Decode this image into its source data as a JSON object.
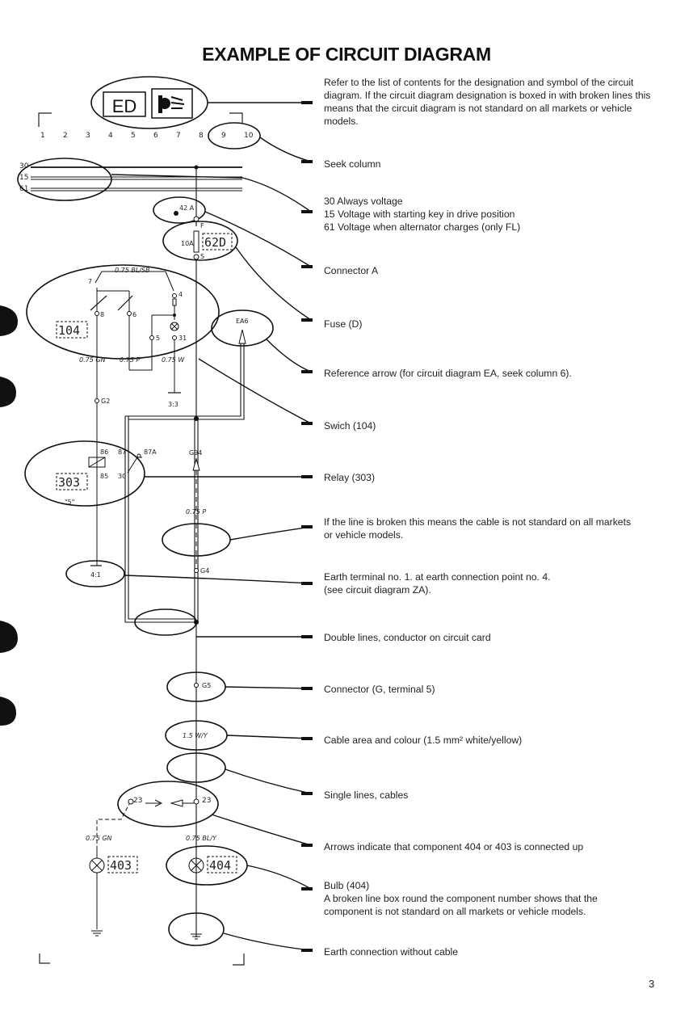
{
  "title": "EXAMPLE OF CIRCUIT DIAGRAM",
  "page_number": "3",
  "designation": {
    "code": "ED"
  },
  "seek_columns": [
    "1",
    "2",
    "3",
    "4",
    "5",
    "6",
    "7",
    "8",
    "9",
    "10"
  ],
  "rails": [
    "30",
    "15",
    "61"
  ],
  "diagram_labels": {
    "conn_a": "42 A",
    "conn_a_pin": "F",
    "fuse_rating": "10A",
    "fuse_id": "62D",
    "fuse_pin": "S",
    "switch_cable": "0.75 BL/SB",
    "switch_t7": "7",
    "switch_t4": "4",
    "switch_t8": "8",
    "switch_t6": "6",
    "switch_t5": "5",
    "switch_t31": "31",
    "switch_id": "104",
    "cable_gn": "0.75 GN",
    "cable_p": "0.75 P",
    "cable_w": "0.75 W",
    "ref_arrow": "EA6",
    "earth_33": "3:3",
    "conn_g2": "G2",
    "relay_86": "86",
    "relay_87": "87",
    "relay_87a": "87A",
    "relay_85": "85",
    "relay_30": "30",
    "relay_id": "303",
    "relay_note": "\"5\"",
    "conn_g94": "G94",
    "cable_p2": "0.75 P",
    "earth_41": "4:1",
    "conn_g4": "G4",
    "conn_g5": "G5",
    "cable_wy": "1.5 W/Y",
    "arrow_left": "23",
    "arrow_right": "23",
    "cable_gn2": "0.75 GN",
    "cable_bly": "0.75 BL/Y",
    "bulb_403": "403",
    "bulb_404": "404"
  },
  "notes": [
    {
      "lines": [
        "Refer to the list of contents for the designation and symbol of the circuit",
        "diagram. If the circuit diagram designation is boxed in with broken lines this",
        "means that the circuit diagram is not standard on all markets or vehicle",
        "models."
      ]
    },
    {
      "lines": [
        "Seek column"
      ]
    },
    {
      "lines": [
        "30 Always voltage",
        "15 Voltage with starting key in drive position",
        "61 Voltage when alternator charges (only FL)"
      ]
    },
    {
      "lines": [
        "Connector A"
      ]
    },
    {
      "lines": [
        "Fuse (D)"
      ]
    },
    {
      "lines": [
        "Reference arrow (for circuit diagram EA, seek column 6)."
      ]
    },
    {
      "lines": [
        "Swich (104)"
      ]
    },
    {
      "lines": [
        "Relay (303)"
      ]
    },
    {
      "lines": [
        "If the line is broken this means the cable is not standard on all markets",
        "or vehicle models."
      ]
    },
    {
      "lines": [
        "Earth terminal no. 1. at earth connection point no. 4.",
        "(see circuit diagram ZA)."
      ]
    },
    {
      "lines": [
        "Double lines, conductor on circuit card"
      ]
    },
    {
      "lines": [
        "Connector (G, terminal 5)"
      ]
    },
    {
      "lines": [
        "Cable area and colour (1.5 mm² white/yellow)"
      ]
    },
    {
      "lines": [
        "Single lines, cables"
      ]
    },
    {
      "lines": [
        "Arrows indicate that component 404 or 403 is connected up"
      ]
    },
    {
      "lines": [
        "Bulb (404)",
        "A broken line box round the component number shows that the",
        "component is not standard on all markets or vehicle models."
      ]
    },
    {
      "lines": [
        "Earth connection without cable"
      ]
    }
  ]
}
